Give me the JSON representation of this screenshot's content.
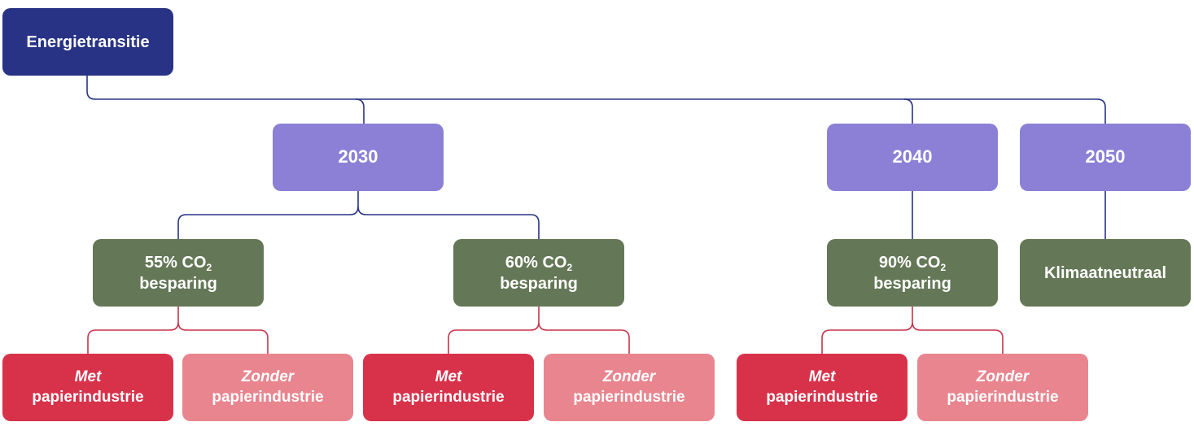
{
  "root": {
    "label": "Energietransitie"
  },
  "years": [
    {
      "label": "2030"
    },
    {
      "label": "2040"
    },
    {
      "label": "2050"
    }
  ],
  "goals": [
    {
      "prefix": "55% CO",
      "sub": "2",
      "suffix": "besparing"
    },
    {
      "prefix": "60% CO",
      "sub": "2",
      "suffix": "besparing"
    },
    {
      "prefix": "90% CO",
      "sub": "2",
      "suffix": "besparing"
    },
    {
      "label": "Klimaatneutraal"
    }
  ],
  "options": {
    "met": "Met",
    "zonder": "Zonder",
    "industry": "papierindustrie"
  },
  "colors": {
    "root": "#283385",
    "year": "#8b80d6",
    "goal": "#647756",
    "met": "#d8324b",
    "zonder": "#e8858f",
    "connector_blue": "#283385",
    "connector_red": "#c8344a"
  }
}
